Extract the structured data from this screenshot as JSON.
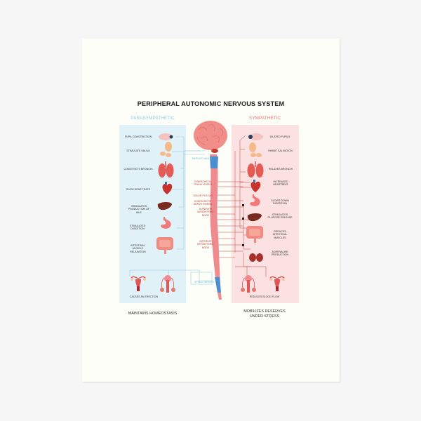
{
  "poster": {
    "title": "PERIPHERAL AUTONOMIC NERVOUS SYSTEM",
    "parasympathetic": {
      "heading": "PARASYMPATHETIC",
      "color": "#8fcbe0",
      "panel_color": "#e1f1f8",
      "items": [
        {
          "label": "PUPIL CONSTRICTION",
          "organ": "eye-icon"
        },
        {
          "label": "STIMULATE SALIVA",
          "organ": "salivary-gland-icon"
        },
        {
          "label": "CONSTRICTS BRONCHI",
          "organ": "lungs-icon"
        },
        {
          "label": "SLOW HEART RATE",
          "organ": "heart-icon"
        },
        {
          "label": "STIMULATES PRODUCTION OF BILE",
          "organ": "liver-icon"
        },
        {
          "label": "STIMULATES DIGESTION",
          "organ": "stomach-icon"
        },
        {
          "label": "INTESTINAL MUSCLE RELAXATION",
          "organ": "intestine-icon"
        },
        {
          "label": "CAUSES AN ERECTION",
          "organ": "reproductive-organs-icon"
        }
      ],
      "footer": "MAINTAINS HOMEOSTASIS"
    },
    "sympathetic": {
      "heading": "SYMPATHETIC",
      "color": "#e47b7b",
      "panel_color": "#fbe1e1",
      "items": [
        {
          "label": "DILATED PUPILS",
          "organ": "eye-icon"
        },
        {
          "label": "INHIBIT SALIVATION",
          "organ": "salivary-gland-icon"
        },
        {
          "label": "RELAXES BRONCHI",
          "organ": "lungs-icon"
        },
        {
          "label": "INCREASED HEARTBEAT",
          "organ": "heart-icon"
        },
        {
          "label": "SLOWS DOWN DIGESTION",
          "organ": "stomach-icon"
        },
        {
          "label": "STIMULATES GLUCOSE RELEASE",
          "organ": "liver-icon"
        },
        {
          "label": "REDUCES INTESTINAL MUSCLES",
          "organ": "intestine-icon"
        },
        {
          "label": "ADRENALINE PRODUCTION",
          "organ": "kidneys-icon"
        },
        {
          "label": "REDUCES BLOOD FLOW",
          "organ": "reproductive-organs-icon"
        }
      ],
      "footer": "MOBILIZES RESERVES UNDER STRESS"
    },
    "center": {
      "vagus": "NERVUS VAGUS",
      "trunk": "SYMPATHETIC TRUNK NODES",
      "solar": "SOLAR PLEXUS",
      "fibers": "SYMPATHETIC NERVE FIBERS",
      "superior": "SUPERIOR MESENTERIC NODE",
      "inferior": "INFERIOR MESENTERIC NODE",
      "spinal": "SPINAL NERVES"
    }
  }
}
